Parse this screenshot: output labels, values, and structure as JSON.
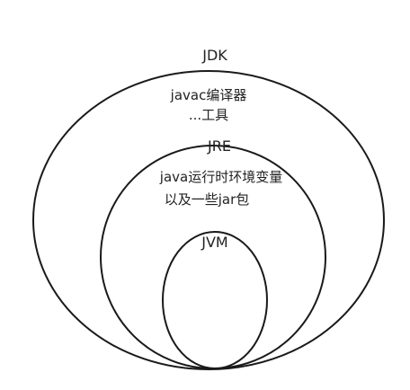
{
  "diagram": {
    "jdk": {
      "title": "JDK",
      "line1": "javac编译器",
      "line2": "...工具"
    },
    "jre": {
      "title": "JRE",
      "line1": "java运行时环境变量",
      "line2": "以及一些jar包"
    },
    "jvm": {
      "title": "JVM"
    }
  },
  "colors": {
    "stroke": "#1a1a1a",
    "text": "#222222",
    "background": "#ffffff"
  }
}
